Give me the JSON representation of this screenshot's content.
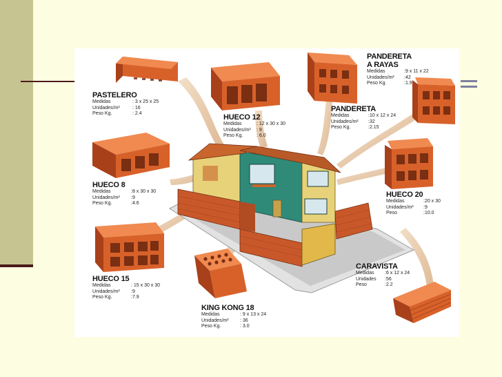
{
  "bricks": [
    {
      "id": "pastelero",
      "name": "PASTELERO",
      "specs": [
        {
          "k": "Medidas",
          "v": ": 3 x 25 x 25"
        },
        {
          "k": "Unidades/m²",
          "v": ": 16"
        },
        {
          "k": "Peso Kg.",
          "v": ": 2.4"
        }
      ]
    },
    {
      "id": "hueco12",
      "name": "HUECO 12",
      "specs": [
        {
          "k": "Medidas",
          "v": ": 12 x 30 x 30"
        },
        {
          "k": "Unidades/m²",
          "v": ": 9"
        },
        {
          "k": "Peso Kg.",
          "v": ": 6.0"
        }
      ]
    },
    {
      "id": "pandereta-rayas",
      "name": "PANDERETA",
      "name2": "A RAYAS",
      "specs": [
        {
          "k": "Medidas",
          "v": ":9 x 11 x 22"
        },
        {
          "k": "Unidades/m²",
          "v": ":42"
        },
        {
          "k": "Peso Kg.",
          "v": ":1.9"
        }
      ]
    },
    {
      "id": "pandereta",
      "name": "PANDERETA",
      "specs": [
        {
          "k": "Medidas",
          "v": ":10 x 12 x 24"
        },
        {
          "k": "Unidades/m²",
          "v": ":32"
        },
        {
          "k": "Peso Kg.",
          "v": ":2.15"
        }
      ]
    },
    {
      "id": "hueco8",
      "name": "HUECO 8",
      "specs": [
        {
          "k": "Medidas",
          "v": ":8 x 30 x 30"
        },
        {
          "k": "Unidades/m²",
          "v": ":9"
        },
        {
          "k": "Peso Kg.",
          "v": ":4.6"
        }
      ]
    },
    {
      "id": "hueco20",
      "name": "HUECO 20",
      "specs": [
        {
          "k": "Medidas",
          "v": ":20 x 30"
        },
        {
          "k": "Unidades/m²",
          "v": ":9"
        },
        {
          "k": "Peso",
          "v": ":10.0"
        }
      ]
    },
    {
      "id": "hueco15",
      "name": "HUECO 15",
      "specs": [
        {
          "k": "Medidas",
          "v": ": 15 x 30 x 30"
        },
        {
          "k": "Unidades/m²",
          "v": ":9"
        },
        {
          "k": "Peso Kg.",
          "v": ":7.9"
        }
      ]
    },
    {
      "id": "kingkong18",
      "name": "KING KONG 18",
      "specs": [
        {
          "k": "Medidas",
          "v": ": 9 x 13 x 24"
        },
        {
          "k": "Unidades/m²",
          "v": ": 36"
        },
        {
          "k": "Peso Kg.",
          "v": ": 3.0"
        }
      ]
    },
    {
      "id": "caravista",
      "name": "CARAVISTA",
      "specs": [
        {
          "k": "Medidas",
          "v": ":6 x 12 x 24"
        },
        {
          "k": "Unidades",
          "v": ":56"
        },
        {
          "k": "Peso",
          "v": ":2.2"
        }
      ]
    }
  ],
  "colors": {
    "background": "#fdfde2",
    "sidebar": "#c6c491",
    "accent_line": "#4a1a1a",
    "brick": "#d8612a",
    "brick_dark": "#a8401a",
    "wall_green": "#2f8a78",
    "roof": "#c9662d",
    "arrow": "#e7c7a5"
  }
}
